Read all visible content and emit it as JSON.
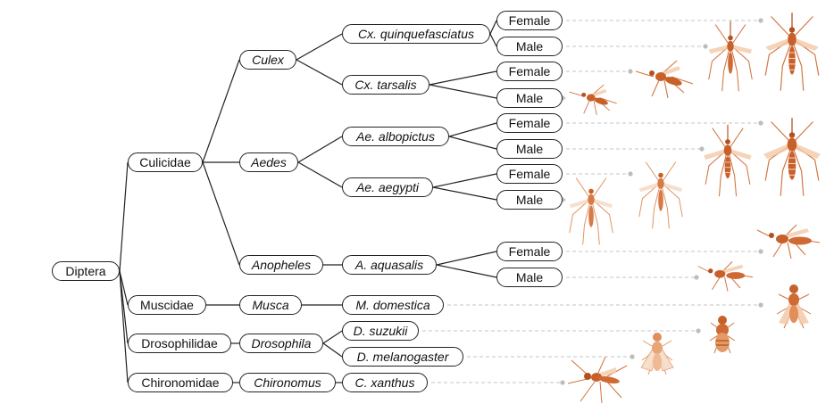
{
  "tree": {
    "root": "Diptera",
    "families": {
      "culicidae": "Culicidae",
      "muscidae": "Muscidae",
      "drosophilidae": "Drosophilidae",
      "chironomidae": "Chironomidae"
    },
    "genera": {
      "culex": "Culex",
      "aedes": "Aedes",
      "anopheles": "Anopheles",
      "musca": "Musca",
      "drosophila": "Drosophila",
      "chironomus": "Chironomus"
    },
    "species": {
      "cx_quinquefasciatus": "Cx. quinquefasciatus",
      "cx_tarsalis": "Cx. tarsalis",
      "ae_albopictus": "Ae. albopictus",
      "ae_aegypti": "Ae. aegypti",
      "a_aquasalis": "A. aquasalis",
      "m_domestica": "M. domestica",
      "d_suzukii": "D. suzukii",
      "d_melanogaster": "D. melanogaster",
      "c_xanthus": "C. xanthus"
    },
    "sex": {
      "female": "Female",
      "male": "Male"
    }
  },
  "colors": {
    "insect": "#c8602a",
    "insect_light": "#e9a06d",
    "line": "#222222",
    "leader": "#bdbdbd"
  }
}
